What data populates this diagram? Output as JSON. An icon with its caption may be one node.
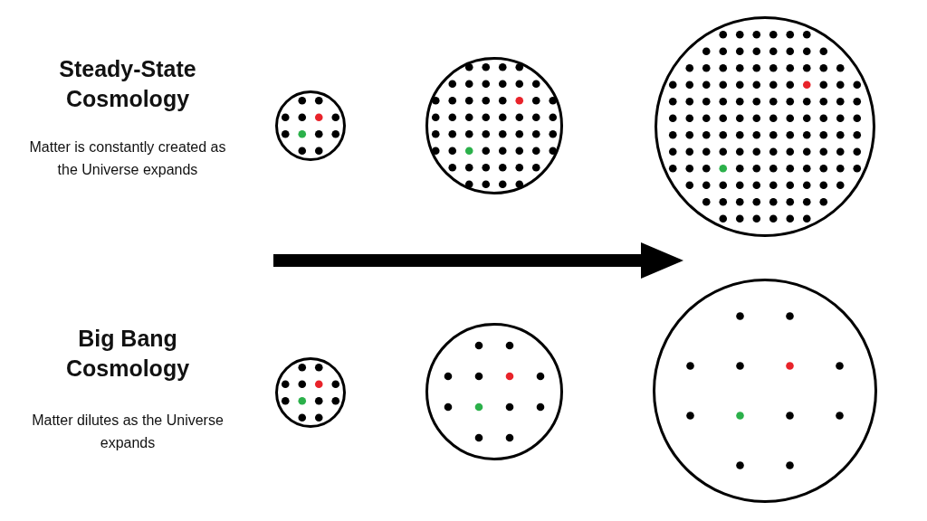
{
  "diagram": {
    "nodes": [
      {
        "text": [],
        "shape": "circle"
      },
      {
        "text": [],
        "shape": "circle"
      },
      {
        "text": [],
        "shape": "circle"
      },
      {
        "text": [],
        "shape": "circle"
      },
      {
        "text": [],
        "shape": "circle"
      },
      {
        "text": [],
        "shape": "circle"
      }
    ],
    "labels": [
      "Steady-State Cosmology",
      "Matter is constantly created as the Universe expands",
      "Big Bang Cosmology",
      "Matter dilutes as the Universe expands"
    ]
  }
}
